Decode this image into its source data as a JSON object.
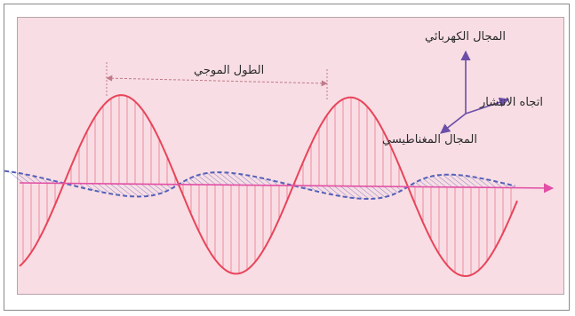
{
  "labels": {
    "wavelength": "الطول الموجي",
    "electric_field": "المجال الكهربائي",
    "propagation_direction": "اتجاه الانتشار",
    "magnetic_field": "المجال المغناطيسي"
  },
  "colors": {
    "electric_wave": "#e8445a",
    "magnetic_wave": "#5560b8",
    "propagation_axis": "#e24fa4",
    "panel_background": "#f8dde4",
    "axes_indicator": "#6a4ea8"
  }
}
